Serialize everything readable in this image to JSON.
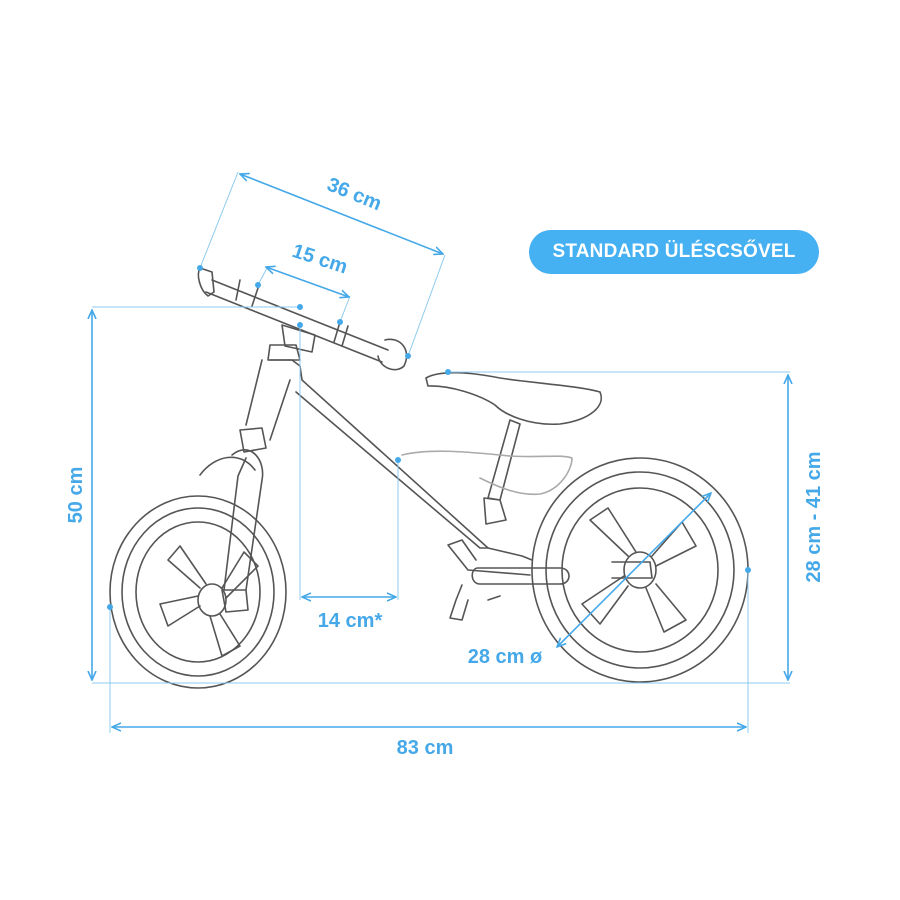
{
  "badge": "STANDARD ÜLÉSCSŐVEL",
  "dimensions": {
    "handlebar_width": "36 cm",
    "grip_span": "15 cm",
    "overall_height": "50 cm",
    "seat_height": "28 cm - 41 cm",
    "stem_offset": "14 cm*",
    "wheel_diameter": "28 cm ø",
    "overall_length": "83 cm"
  },
  "colors": {
    "accent": "#45a8e8",
    "bike_line": "#555555",
    "badge_bg": "#45b0f2"
  }
}
